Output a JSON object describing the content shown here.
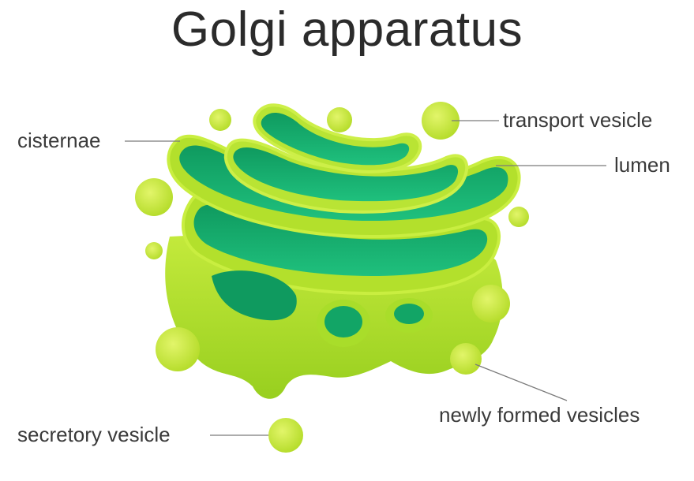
{
  "title": "Golgi apparatus",
  "labels": {
    "cisternae": "cisternae",
    "transport_vesicle": "transport vesicle",
    "lumen": "lumen",
    "newly_formed_vesicles": "newly formed vesicles",
    "secretory_vesicle": "secretory vesicle"
  },
  "colors": {
    "membrane": "#a6dc28",
    "membrane_light": "#c8ec3a",
    "membrane_dark": "#86c21c",
    "lumen": "#19b877",
    "lumen_dark": "#0f9a5f",
    "vesicle": "#c6e53c",
    "leader_line": "#7a7a7a",
    "text": "#3a3a3a"
  }
}
